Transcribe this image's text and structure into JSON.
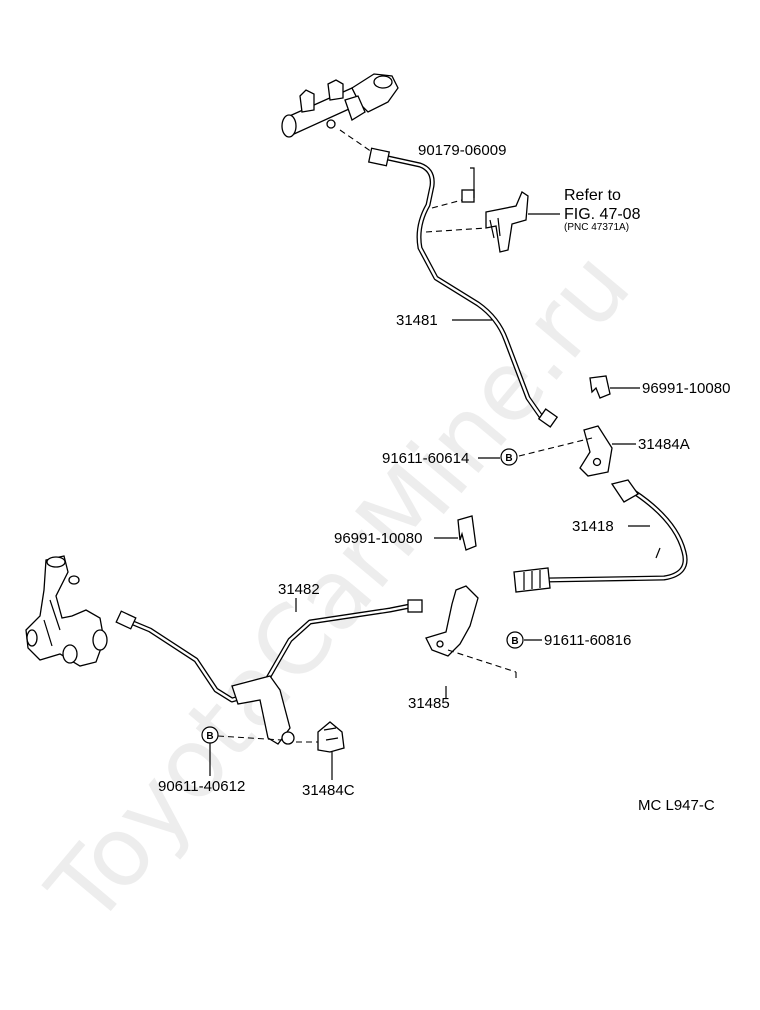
{
  "watermark": "ToyotaCarMine.ru",
  "labels": {
    "p90179": "90179-06009",
    "refer_line1": "Refer to",
    "refer_line2": "FIG. 47-08",
    "refer_pnc": "(PNC 47371A)",
    "p31481": "31481",
    "p96991_a": "96991-10080",
    "p91611_60614": "91611-60614",
    "p31484A": "31484A",
    "p31418": "31418",
    "p96991_b": "96991-10080",
    "p31482": "31482",
    "p91611_60816": "91611-60816",
    "p31485": "31485",
    "p90611": "90611-40612",
    "p31484C": "31484C",
    "code": "MC L947-C"
  },
  "badges": {
    "b1": "B",
    "b2": "B",
    "b3": "B"
  }
}
